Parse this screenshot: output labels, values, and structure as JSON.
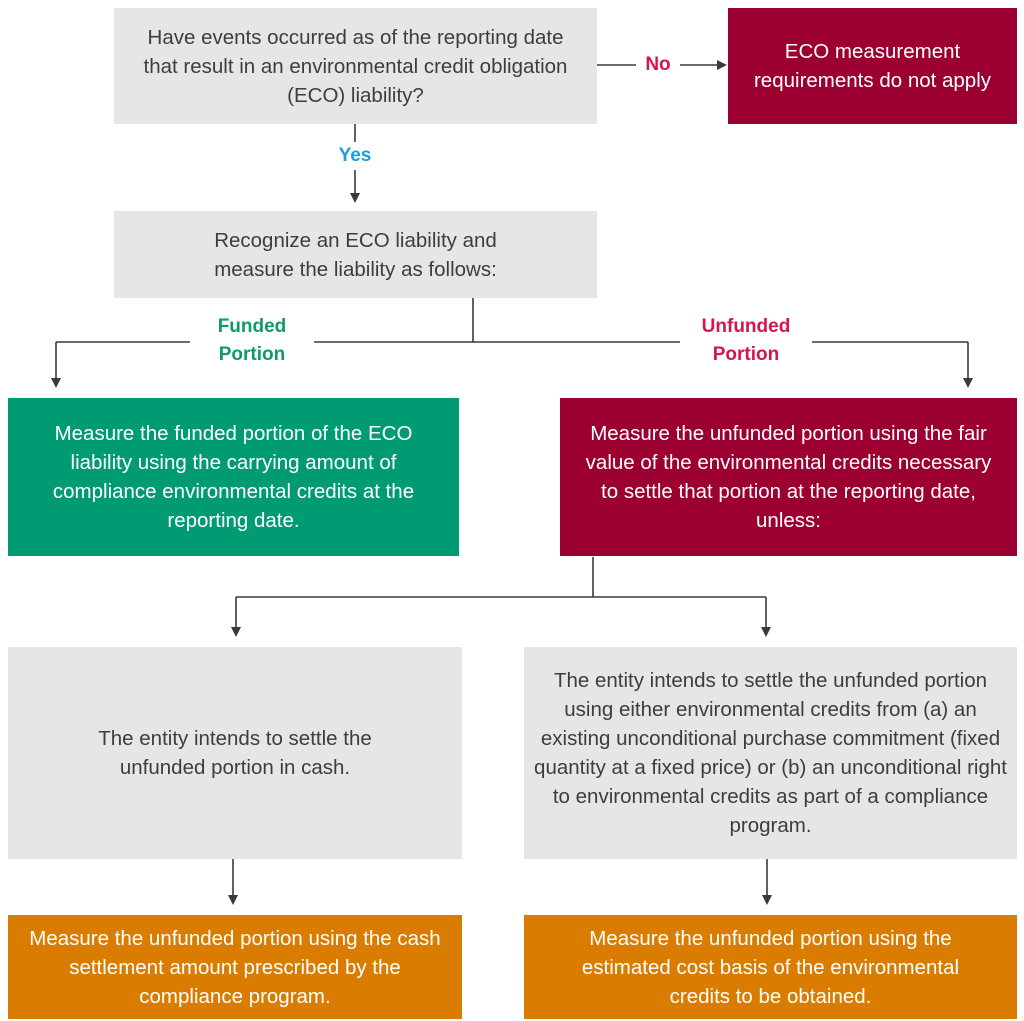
{
  "colors": {
    "grey_box": "#e6e6e6",
    "crimson_box": "#9b0031",
    "green_box": "#009b73",
    "orange_box": "#d97c00",
    "no_label": "#d4164b",
    "yes_label": "#1aa0d8",
    "funded_label": "#0f9a6a",
    "unfunded_label": "#d4164b",
    "connector": "#3a3a3a"
  },
  "nodes": {
    "question": "Have events occurred as of the reporting date that result in an environmental credit obligation (ECO) liability?",
    "not_apply": "ECO measurement requirements do not apply",
    "recognize": "Recognize an ECO liability and measure the liability as follows:",
    "funded_measure": "Measure the funded portion of the ECO liability using the carrying amount of compliance environmental credits at the reporting date.",
    "unfunded_measure": "Measure the unfunded portion using the fair value of the environmental credits necessary to settle that portion at the reporting date, unless:",
    "cash_intent": "The entity intends to settle the unfunded portion in cash.",
    "credits_intent": "The entity intends to settle the unfunded portion using either environmental credits from (a) an existing unconditional purchase commitment (fixed quantity at a fixed price) or (b) an unconditional right to environmental credits as part of a compliance program.",
    "cash_measure": "Measure the unfunded portion using the cash settlement amount prescribed by the compliance  program.",
    "cost_measure": "Measure the unfunded portion using the estimated cost basis of the environmental credits to be obtained."
  },
  "labels": {
    "no": "No",
    "yes": "Yes",
    "funded_line1": "Funded",
    "funded_line2": "Portion",
    "unfunded_line1": "Unfunded",
    "unfunded_line2": "Portion"
  }
}
